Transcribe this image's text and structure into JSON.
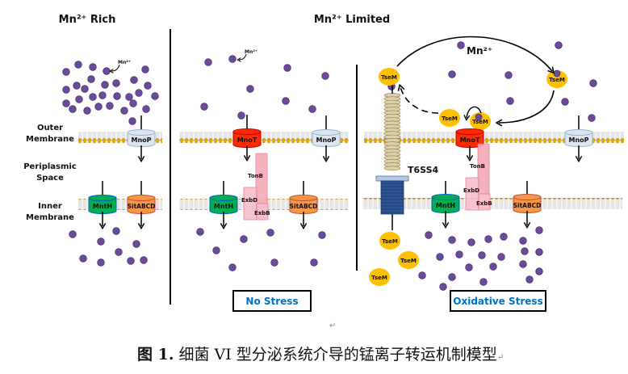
{
  "panels": {
    "rich": {
      "title": "Mn²⁺ Rich"
    },
    "limited": {
      "title": "Mn²⁺  Limited"
    },
    "no_stress": {
      "label": "No Stress"
    },
    "oxidative": {
      "label": "Oxidative Stress"
    }
  },
  "side_labels": {
    "outer": [
      "Outer",
      "Membrane"
    ],
    "peri": [
      "Periplasmic",
      "Space"
    ],
    "inner": [
      "Inner",
      "Membrane"
    ]
  },
  "ion_label": "Mn²⁺",
  "ion_label_big": "Mn²⁺",
  "proteins": {
    "mnop": "MnoP",
    "mnot": "MnoT",
    "mnth": "MntH",
    "sit": "SitABCD",
    "tonb": "TonB",
    "exbd": "ExbD",
    "exbb": "ExbB",
    "tsem": "TseM",
    "t6ss": "T6SS4"
  },
  "colors": {
    "ion": "#6b4c9a",
    "mnop": "#dce6f2",
    "mnot": "#ff2a00",
    "mnth": "#00b050",
    "sit": "#f79646",
    "tonb": "#f7a8b8",
    "tsem": "#ffc000",
    "label_blue": "#0070c0"
  },
  "caption": {
    "prefix": "图 1.",
    "text": "细菌 VI 型分泌系统介导的锰离子转运机制模型",
    "para_mark": "↵"
  },
  "para_mark": "↵"
}
